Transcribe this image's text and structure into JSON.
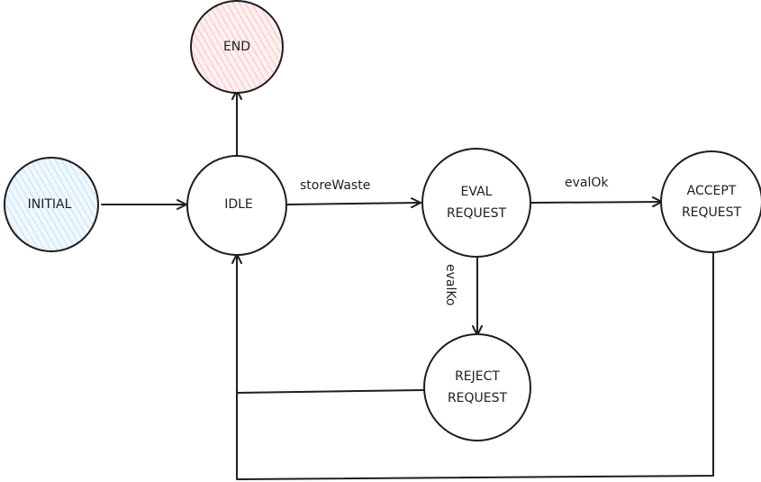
{
  "nodes": {
    "end": {
      "label": "END",
      "fill": "#ffc9c9"
    },
    "initial": {
      "label": "INITIAL",
      "fill": "#d0ebff"
    },
    "idle": {
      "label": "IDLE",
      "fill": "#ffffff"
    },
    "eval": {
      "line1": "EVAL",
      "line2": "REQUEST",
      "fill": "#ffffff"
    },
    "accept": {
      "line1": "ACCEPT",
      "line2": "REQUEST",
      "fill": "#ffffff"
    },
    "reject": {
      "line1": "REJECT",
      "line2": "REQUEST",
      "fill": "#ffffff"
    }
  },
  "edges": {
    "store_waste": "storeWaste",
    "eval_ok": "evalOk",
    "eval_ko": "evalKo"
  },
  "colors": {
    "stroke": "#1e1e1e"
  }
}
